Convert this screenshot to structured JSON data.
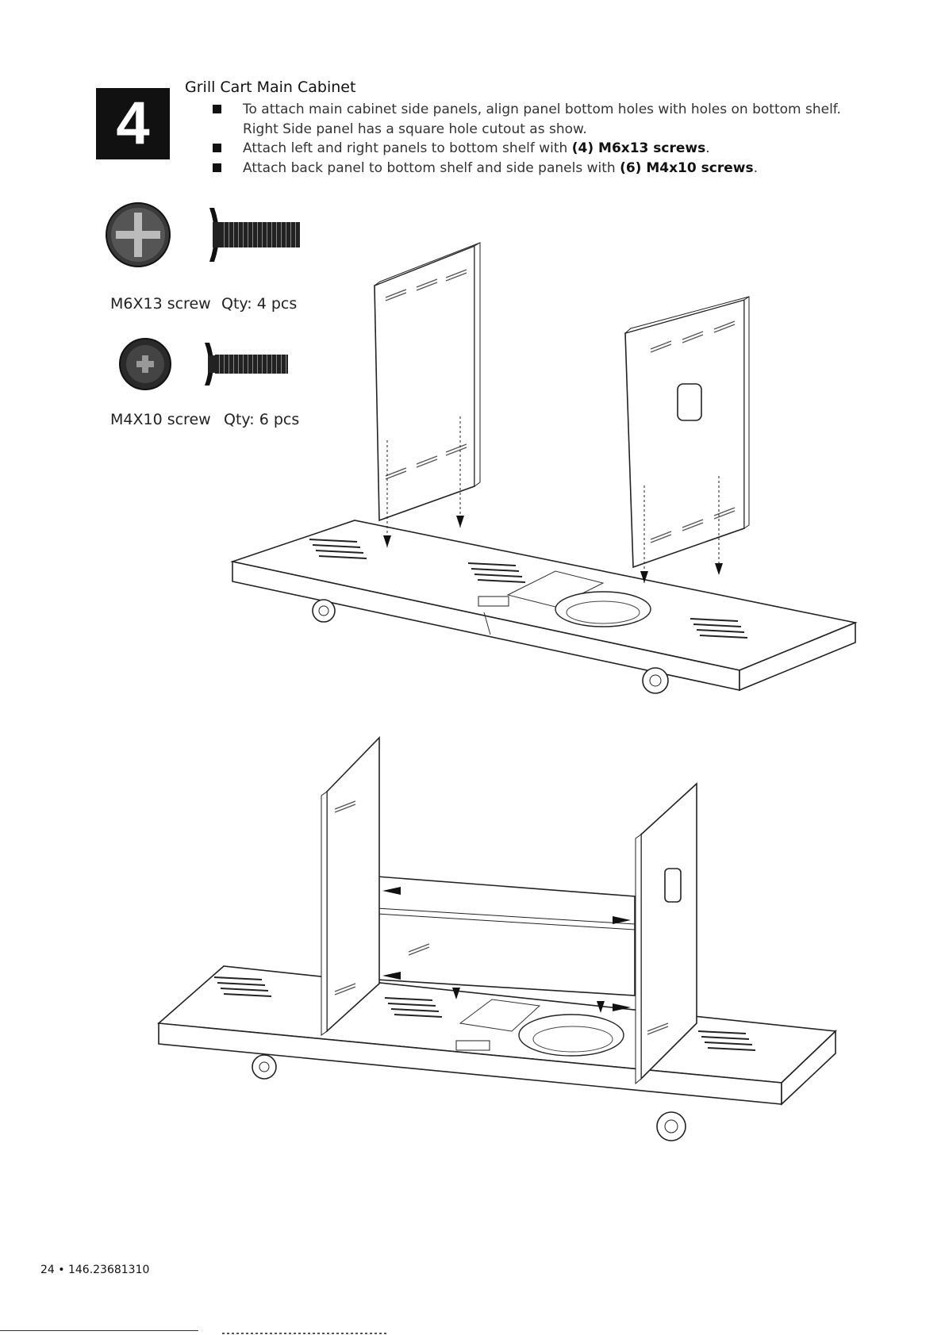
{
  "step": {
    "number": "4",
    "title": "Grill Cart Main Cabinet"
  },
  "instructions": [
    {
      "parts": [
        "To attach main cabinet side panels, align panel bottom holes with holes on bottom shelf."
      ]
    },
    {
      "parts": [
        "Right Side panel has a square hole cutout as show."
      ],
      "continuation": true
    },
    {
      "parts": [
        "Attach left and right panels to bottom shelf with ",
        "(4) M6x13 screws",
        "."
      ]
    },
    {
      "parts": [
        "Attach back panel to bottom shelf and side panels with ",
        "(6) M4x10 screws",
        "."
      ]
    }
  ],
  "hardware": [
    {
      "name": "M6X13 screw",
      "qty": "Qty: 4 pcs",
      "icon": "screw-m6x13-icon"
    },
    {
      "name": "M4X10 screw",
      "qty": "Qty: 6 pcs",
      "icon": "screw-m4x10-icon"
    }
  ],
  "footer": {
    "page": "24 • 146.23681310"
  }
}
